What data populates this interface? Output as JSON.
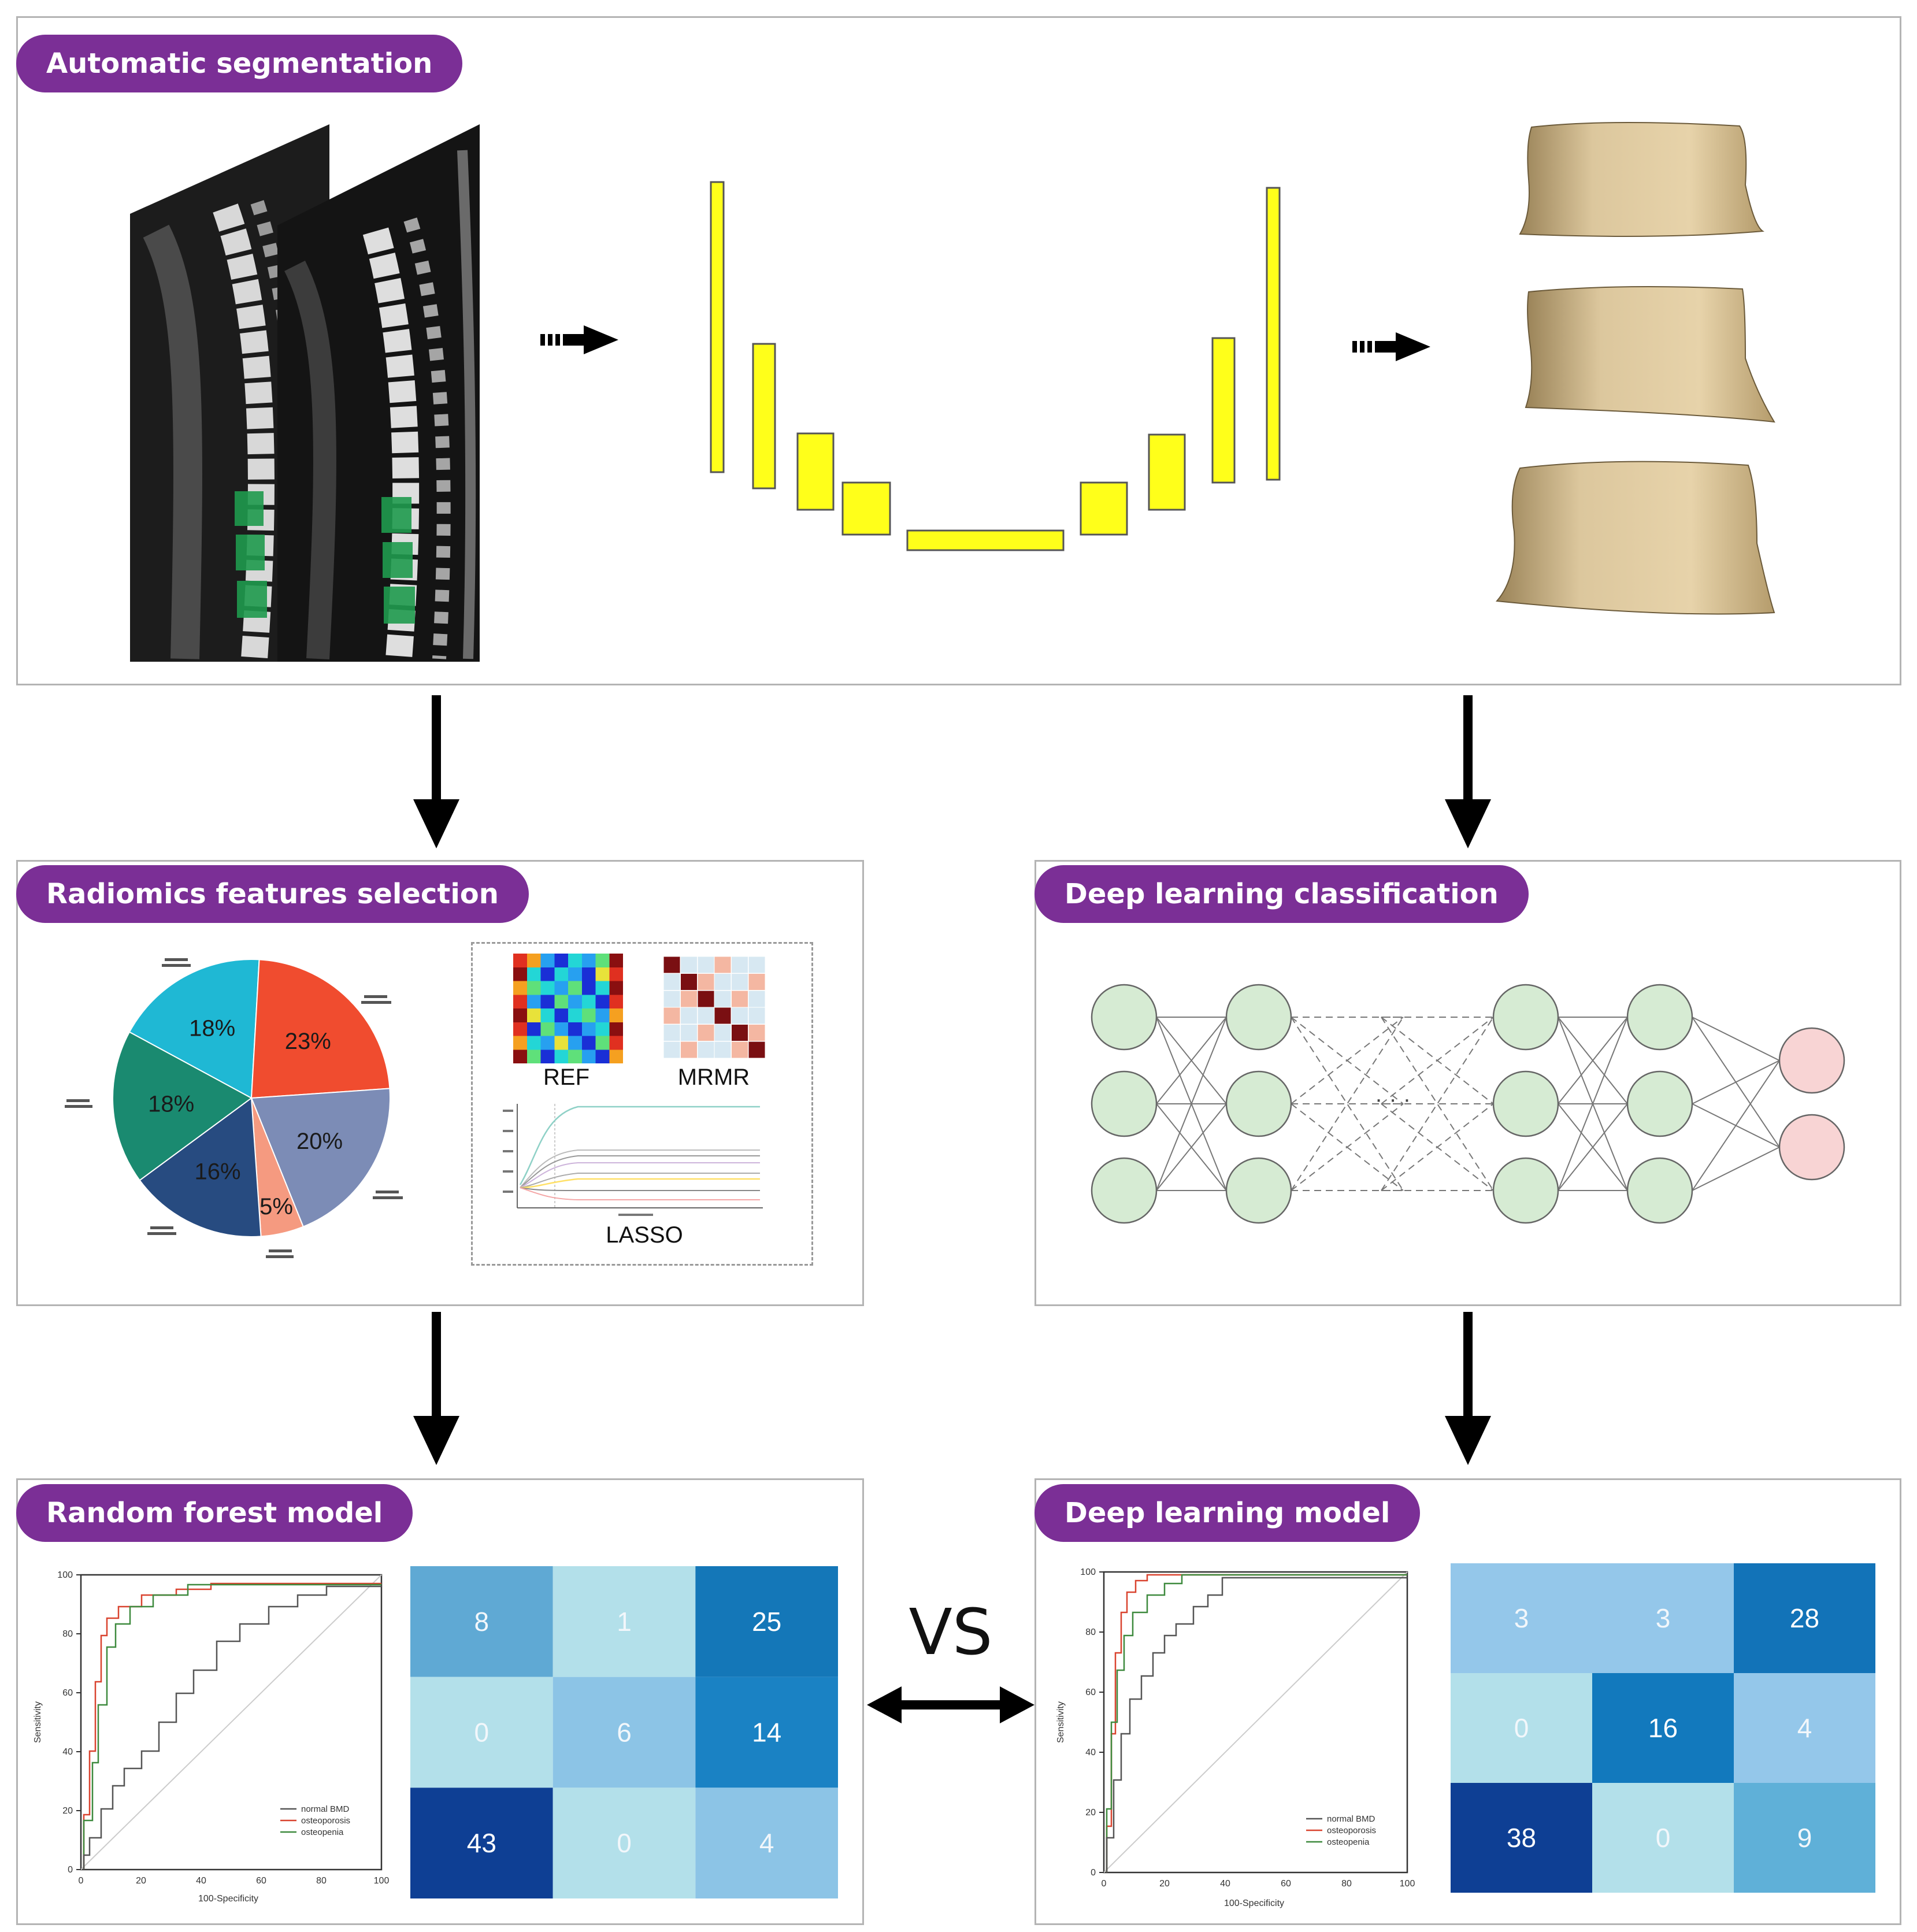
{
  "panels": {
    "segmentation": {
      "title": "Automatic segmentation"
    },
    "radiomics": {
      "title": "Radiomics features  selection",
      "pie": {
        "values": [
          18,
          23,
          20,
          5,
          16,
          18
        ],
        "labels": [
          "18%",
          "23%",
          "20%",
          "5%",
          "16%",
          "18%"
        ],
        "colors": [
          "#1fb8d4",
          "#f04c2f",
          "#7c8cb6",
          "#f59a80",
          "#274b80",
          "#1a8a70"
        ]
      },
      "ref_label": "REF",
      "mrmr_label": "MRMR",
      "lasso_label": "LASSO"
    },
    "deep_classification": {
      "title": "Deep learning classification",
      "ellipsis": "· · ·"
    },
    "random_forest": {
      "title": "Random forest model",
      "roc": {
        "xlabel": "100-Specificity",
        "ylabel": "Sensitivity",
        "ticks": [
          "0",
          "20",
          "40",
          "60",
          "80",
          "100"
        ],
        "legend": [
          "normal BMD",
          "osteoporosis",
          "osteopenia"
        ]
      },
      "matrix": [
        [
          "8",
          "1",
          "25"
        ],
        [
          "0",
          "6",
          "14"
        ],
        [
          "43",
          "0",
          "4"
        ]
      ],
      "matrix_colors": [
        [
          "#5fa9d4",
          "#b3e0ea",
          "#1477b8"
        ],
        [
          "#b3e0ea",
          "#8cc4e6",
          "#1a82c4"
        ],
        [
          "#0e3f94",
          "#b3e0ea",
          "#8cc4e6"
        ]
      ]
    },
    "deep_model": {
      "title": "Deep learning model",
      "roc": {
        "xlabel": "100-Specificity",
        "ylabel": "Sensitivity",
        "ticks": [
          "0",
          "20",
          "40",
          "60",
          "80",
          "100"
        ],
        "legend": [
          "normal BMD",
          "osteoporosis",
          "osteopenia"
        ]
      },
      "matrix": [
        [
          "3",
          "3",
          "28"
        ],
        [
          "0",
          "16",
          "4"
        ],
        [
          "38",
          "0",
          "9"
        ]
      ],
      "matrix_colors": [
        [
          "#94c7ea",
          "#94c7ea",
          "#1273b8"
        ],
        [
          "#b3e0ea",
          "#1279bd",
          "#94c7ea"
        ],
        [
          "#0e3f94",
          "#b3e0ea",
          "#5fb0d8"
        ]
      ]
    }
  },
  "comparison": "VS"
}
